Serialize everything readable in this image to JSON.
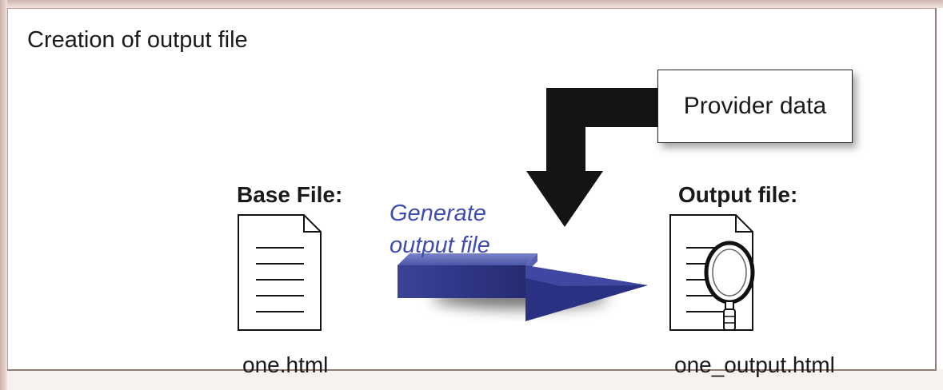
{
  "diagram": {
    "title": "Creation of output file",
    "provider_label": "Provider data",
    "base_label": "Base File:",
    "output_label": "Output file:",
    "generate_label_line1": "Generate",
    "generate_label_line2": "output file",
    "base_filename": "one.html",
    "output_filename": "one_output.html"
  },
  "colors": {
    "generate_text": "#3f4db3",
    "generate_arrow": "#343b8f",
    "provider_arrow": "#141414",
    "frame_shadow": "#cfb6ad"
  }
}
